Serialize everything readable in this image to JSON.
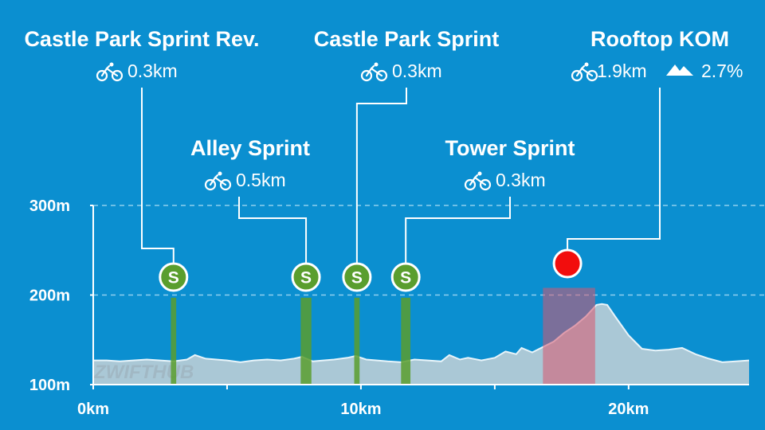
{
  "watermark": "ZWIFTHUB",
  "colors": {
    "background": "#0b8fd0",
    "profile_fill": "#aac8d6",
    "profile_stroke": "#e8f4fa",
    "sprint": "#5a9e2e",
    "kom": "#f20d0d",
    "kom_band": "#d9566e",
    "gridline": "#8fd0ee",
    "leader": "#ffffff"
  },
  "icons": {
    "bike": "bike-icon",
    "climb": "mountain-icon",
    "sprint": "sprint-badge",
    "kom": "kom-badge"
  },
  "chart_data": {
    "type": "area",
    "title": "",
    "xlabel": "",
    "ylabel": "",
    "xlim": [
      0,
      24.5
    ],
    "ylim": [
      100,
      300
    ],
    "x_ticks": [
      0,
      5,
      10,
      15,
      20
    ],
    "x_tick_labels": [
      "0km",
      "",
      "10km",
      "",
      "20km"
    ],
    "y_ticks": [
      100,
      200,
      300
    ],
    "y_tick_labels": [
      "100m",
      "200m",
      "300m"
    ],
    "gridlines_dashed": [
      200,
      300
    ],
    "profile": {
      "x": [
        0,
        0.5,
        1,
        1.5,
        2,
        2.5,
        3,
        3.5,
        3.8,
        4.2,
        4.6,
        5,
        5.5,
        6,
        6.5,
        7,
        7.5,
        7.8,
        8.2,
        8.6,
        9,
        9.5,
        9.8,
        10.2,
        10.6,
        11,
        11.5,
        12,
        12.5,
        13,
        13.3,
        13.7,
        14,
        14.5,
        15,
        15.4,
        15.8,
        16,
        16.4,
        16.8,
        17.2,
        17.6,
        18,
        18.4,
        18.8,
        19,
        19.2,
        19.5,
        20,
        20.5,
        21,
        21.5,
        22,
        22.5,
        23,
        23.5,
        24,
        24.5
      ],
      "y": [
        127,
        127,
        126,
        127,
        128,
        127,
        126,
        128,
        133,
        129,
        128,
        127,
        125,
        127,
        128,
        127,
        129,
        131,
        126,
        127,
        128,
        130,
        132,
        128,
        127,
        126,
        125,
        128,
        127,
        126,
        133,
        128,
        130,
        127,
        130,
        137,
        134,
        141,
        136,
        142,
        148,
        158,
        166,
        176,
        189,
        190,
        189,
        176,
        155,
        140,
        138,
        139,
        141,
        134,
        129,
        125,
        126,
        127
      ]
    },
    "segments": [
      {
        "name": "Castle Park Sprint Rev.",
        "type": "sprint",
        "distance": "0.3km",
        "start": 2.9,
        "end": 3.1
      },
      {
        "name": "Alley Sprint",
        "type": "sprint",
        "distance": "0.5km",
        "start": 7.75,
        "end": 8.15
      },
      {
        "name": "Castle Park Sprint",
        "type": "sprint",
        "distance": "0.3km",
        "start": 9.75,
        "end": 9.95
      },
      {
        "name": "Tower Sprint",
        "type": "sprint",
        "distance": "0.3km",
        "start": 11.5,
        "end": 11.85
      },
      {
        "name": "Rooftop KOM",
        "type": "kom",
        "distance": "1.9km",
        "grade": "2.7%",
        "start": 16.8,
        "end": 18.75
      }
    ]
  }
}
